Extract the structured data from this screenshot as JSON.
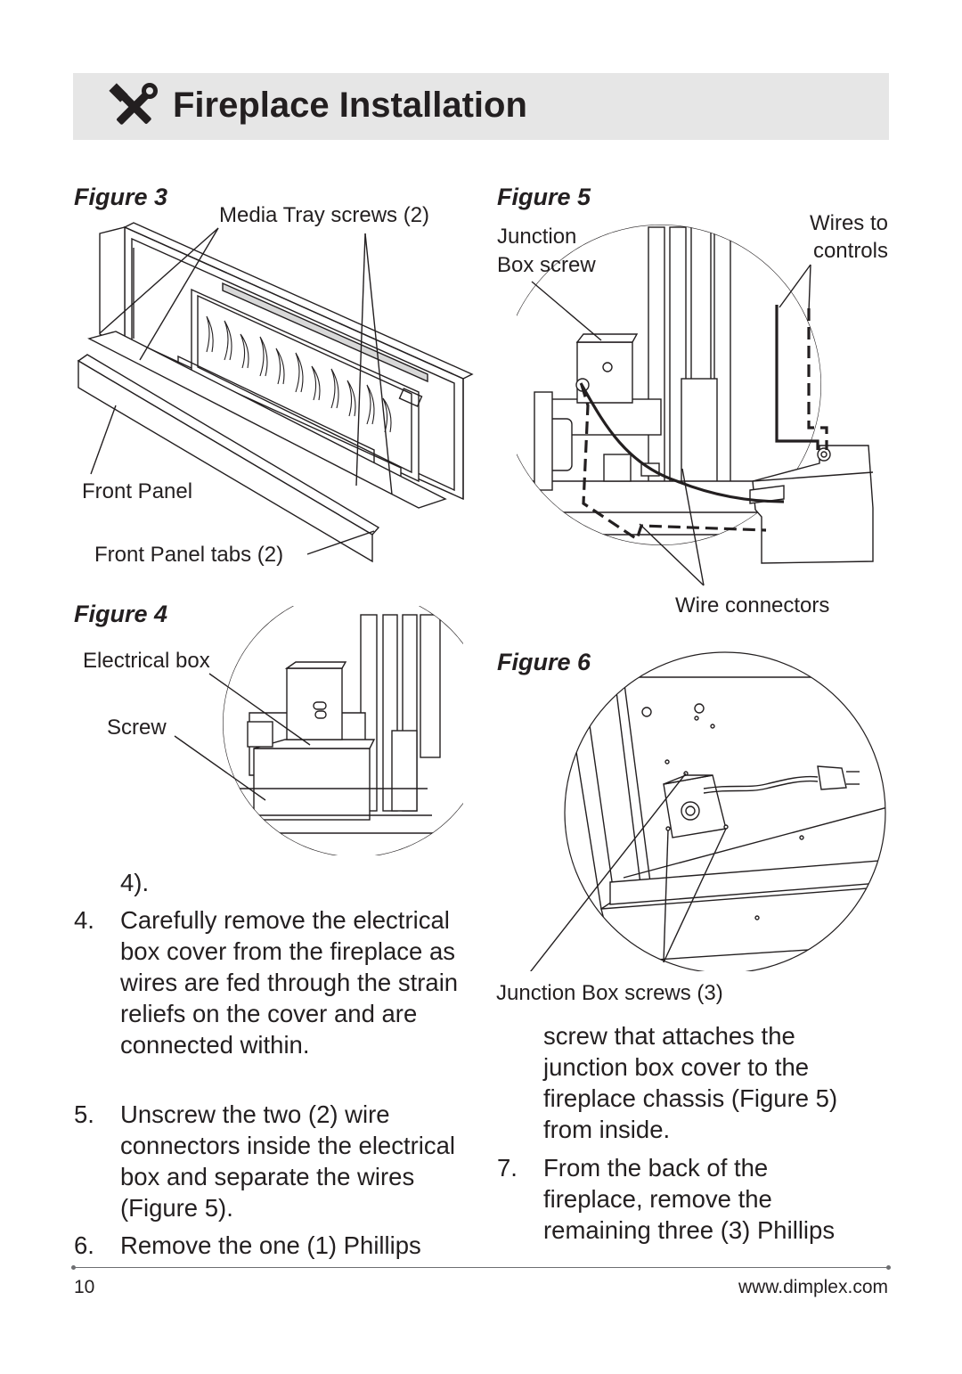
{
  "header": {
    "title": "Fireplace Installation",
    "icon": "tools-icon"
  },
  "figure3": {
    "title": "Figure 3",
    "label_media_tray_screws": "Media Tray screws (2)",
    "label_front_panel": "Front Panel",
    "label_front_panel_tabs": "Front Panel tabs (2)"
  },
  "figure4": {
    "title": "Figure 4",
    "label_electrical_box": "Electrical box",
    "label_screw": "Screw"
  },
  "figure5": {
    "title": "Figure 5",
    "label_junction_box_screw": [
      "Junction",
      "Box screw"
    ],
    "label_wires_to_controls": [
      "Wires to",
      "controls"
    ],
    "label_wire_connectors": "Wire connectors"
  },
  "figure6": {
    "title": "Figure 6",
    "label_junction_box_screws": "Junction Box screws (3)"
  },
  "steps_left": {
    "continued": "4).",
    "items": [
      {
        "num": "4.",
        "text": "Carefully remove the electrical box cover from the fireplace as wires are fed through the strain reliefs on the cover and are connected within."
      },
      {
        "num": "5.",
        "text": "Unscrew the two (2) wire connectors inside the electrical box and separate the wires (Figure 5)."
      },
      {
        "num": "6.",
        "text": "Remove the one (1) Phillips"
      }
    ]
  },
  "steps_right": {
    "continued": "screw that attaches the junction box cover to the fireplace chassis (Figure 5) from inside.",
    "items": [
      {
        "num": "7.",
        "text": "From the back of the fireplace, remove the remaining three (3) Phillips"
      }
    ]
  },
  "footer": {
    "page_number": "10",
    "website": "www.dimplex.com"
  }
}
